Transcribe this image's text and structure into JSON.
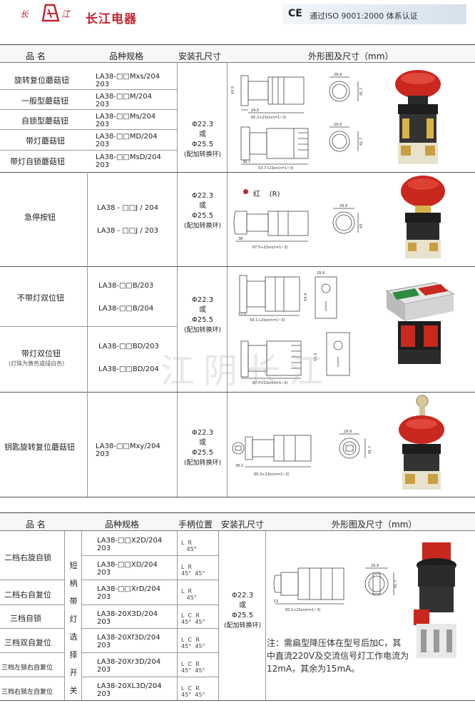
{
  "brand": {
    "logo_text": "长 江",
    "name": "长江电器",
    "ce": "CE",
    "cert": "通过ISO 9001:2000 体系认证"
  },
  "table1": {
    "headers": [
      "品  名",
      "品种规格",
      "安装孔尺寸",
      "外形图及尺寸（mm）"
    ],
    "rows": [
      {
        "name": "旋转复位蘑菇钮",
        "model": "LA38-□□Mxs/204\n203"
      },
      {
        "name": "一般型蘑菇钮",
        "model": "LA38-□□M/204\n203"
      },
      {
        "name": "自锁型蘑菇钮",
        "model": "LA38-□□Ms/204\n203"
      },
      {
        "name": "带灯蘑菇钮",
        "model": "LA38-□□MD/204\n203"
      },
      {
        "name": "带灯自锁蘑菇钮",
        "model": "LA38-□□MsD/204\n203"
      },
      {
        "name": "急停按钮",
        "model": "LA38 - □□J / 204\n\nLA38 - □□J / 203"
      },
      {
        "name": "不带灯双位钮",
        "model": "LA38-□□B/203\n\nLA38-□□B/204"
      },
      {
        "name": "带灯双位钮",
        "note": "(灯珠为黄色或绿白色)",
        "model": "LA38-□□BD/203\n\nLA38-□□BD/204"
      },
      {
        "name": "钥匙旋转复位蘑菇钮",
        "model": "LA38-□□Mxy/204\n203"
      }
    ],
    "hole_text": [
      "Φ22.3",
      "或",
      "Φ25.5",
      "(配加转换环)"
    ],
    "legend_red": "红",
    "legend_r": "(R)",
    "dims": {
      "d435": "43.5",
      "d417": "41.7",
      "d246": "24.6",
      "d299": "29.9",
      "d652": "65.2+23xn(n=1~3)",
      "d397": "39.7",
      "d537": "53.7+23xn(n=1~3)",
      "d38": "38",
      "d675": "67.5+23xn(n=1~3)",
      "d43": "43",
      "d544": "54.4",
      "d125": "12.5",
      "d591": "59.1+23xn(n=1~3)",
      "d543": "54.3",
      "d871": "87.7+23xn(n=1~3)",
      "d391": "39.1",
      "d603": "60.3+23xn(n=1~3)",
      "d417b": "41.7"
    }
  },
  "table2": {
    "headers": [
      "品  名",
      "品种规格",
      "手柄位置",
      "安装孔尺寸",
      "外形图及尺寸（mm）"
    ],
    "group_label": [
      "短",
      "柄",
      "带",
      "灯",
      "选",
      "择",
      "开",
      "关"
    ],
    "rows": [
      {
        "name": "二档右旋自锁",
        "model": "LA38-□□X2D/204\n203",
        "pos": "L  R\n   45°"
      },
      {
        "name": "",
        "model": "LA38-□□XD/204\n203",
        "pos": "L  R\n45°  45°"
      },
      {
        "name": "二档右自复位",
        "model": "LA38-□□XrD/204\n203",
        "pos": "L  R\n   45°"
      },
      {
        "name": "三档自锁",
        "model": "LA38-20X3D/204\n203",
        "pos": "L  C  R\n45°  45°"
      },
      {
        "name": "三档双自复位",
        "model": "LA38-20Xf3D/204\n203",
        "pos": "L  C  R\n45°  45°"
      },
      {
        "name": "三档左锁右自复位",
        "model": "LA38-20Xr3D/204\n203",
        "pos": "L  C  R\n45°  45°"
      },
      {
        "name": "三档右锁左自复位",
        "model": "LA38-20XL3D/204\n203",
        "pos": "L  C  R\n45°  45°"
      }
    ],
    "hole_text": [
      "Φ22.3",
      "或",
      "Φ25.5",
      "(配加转换环)"
    ],
    "dims": {
      "d417": "41.7",
      "d299": "29.9",
      "d13": "13",
      "d821": "82.1+23xn(n=1~3)"
    },
    "note": "注：需扁型降压体在型号后加C，其中直流220V及交流信号灯工作电流为12mA，其余为15mA。"
  },
  "watermark": "江阴长江",
  "colors": {
    "brand_red": "#c0262d",
    "button_red": "#c8281e",
    "button_green": "#2e8b3e",
    "body_black": "#1d1d1d",
    "terminal_yellow": "#d8b24a"
  }
}
